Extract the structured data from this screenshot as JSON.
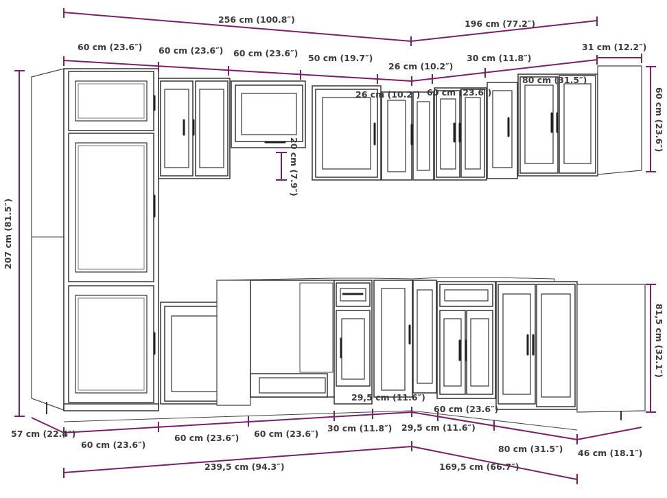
{
  "top_dimensions": {
    "overall_left": "256 cm (100.8″)",
    "overall_right": "196 cm (77.2″)",
    "upper": [
      "60 cm (23.6″)",
      "60 cm (23.6″)",
      "60 cm (23.6″)",
      "50 cm (19.7″)",
      "26 cm (10.2″)",
      "30 cm (11.8″)",
      "31 cm (12.2″)"
    ],
    "upper_inner": [
      "26 cm (10.2″)",
      "60 cm (23.6″)",
      "80 cm (31.5″)"
    ]
  },
  "side_dimensions": {
    "total_height": "207 cm (81.5″)",
    "wall_cabinet_height": "60 cm (23.6″)",
    "base_height": "81,5 cm (32.1″)",
    "gap": "20 cm (7.9″)"
  },
  "bottom_dimensions": {
    "depth_left": "57 cm (22.4″)",
    "depth_right": "46 cm (18.1″)",
    "base": [
      "60 cm (23.6″)",
      "60 cm (23.6″)",
      "60 cm (23.6″)",
      "30 cm (11.8″)",
      "29,5 cm (11.6″)",
      "80 cm (31.5″)"
    ],
    "base_upper_row": [
      "29,5 cm (11.6″)",
      "60 cm (23.6″)"
    ],
    "overall_left": "239,5 cm (94.3″)",
    "overall_right": "169,5 cm (66.7″)"
  }
}
